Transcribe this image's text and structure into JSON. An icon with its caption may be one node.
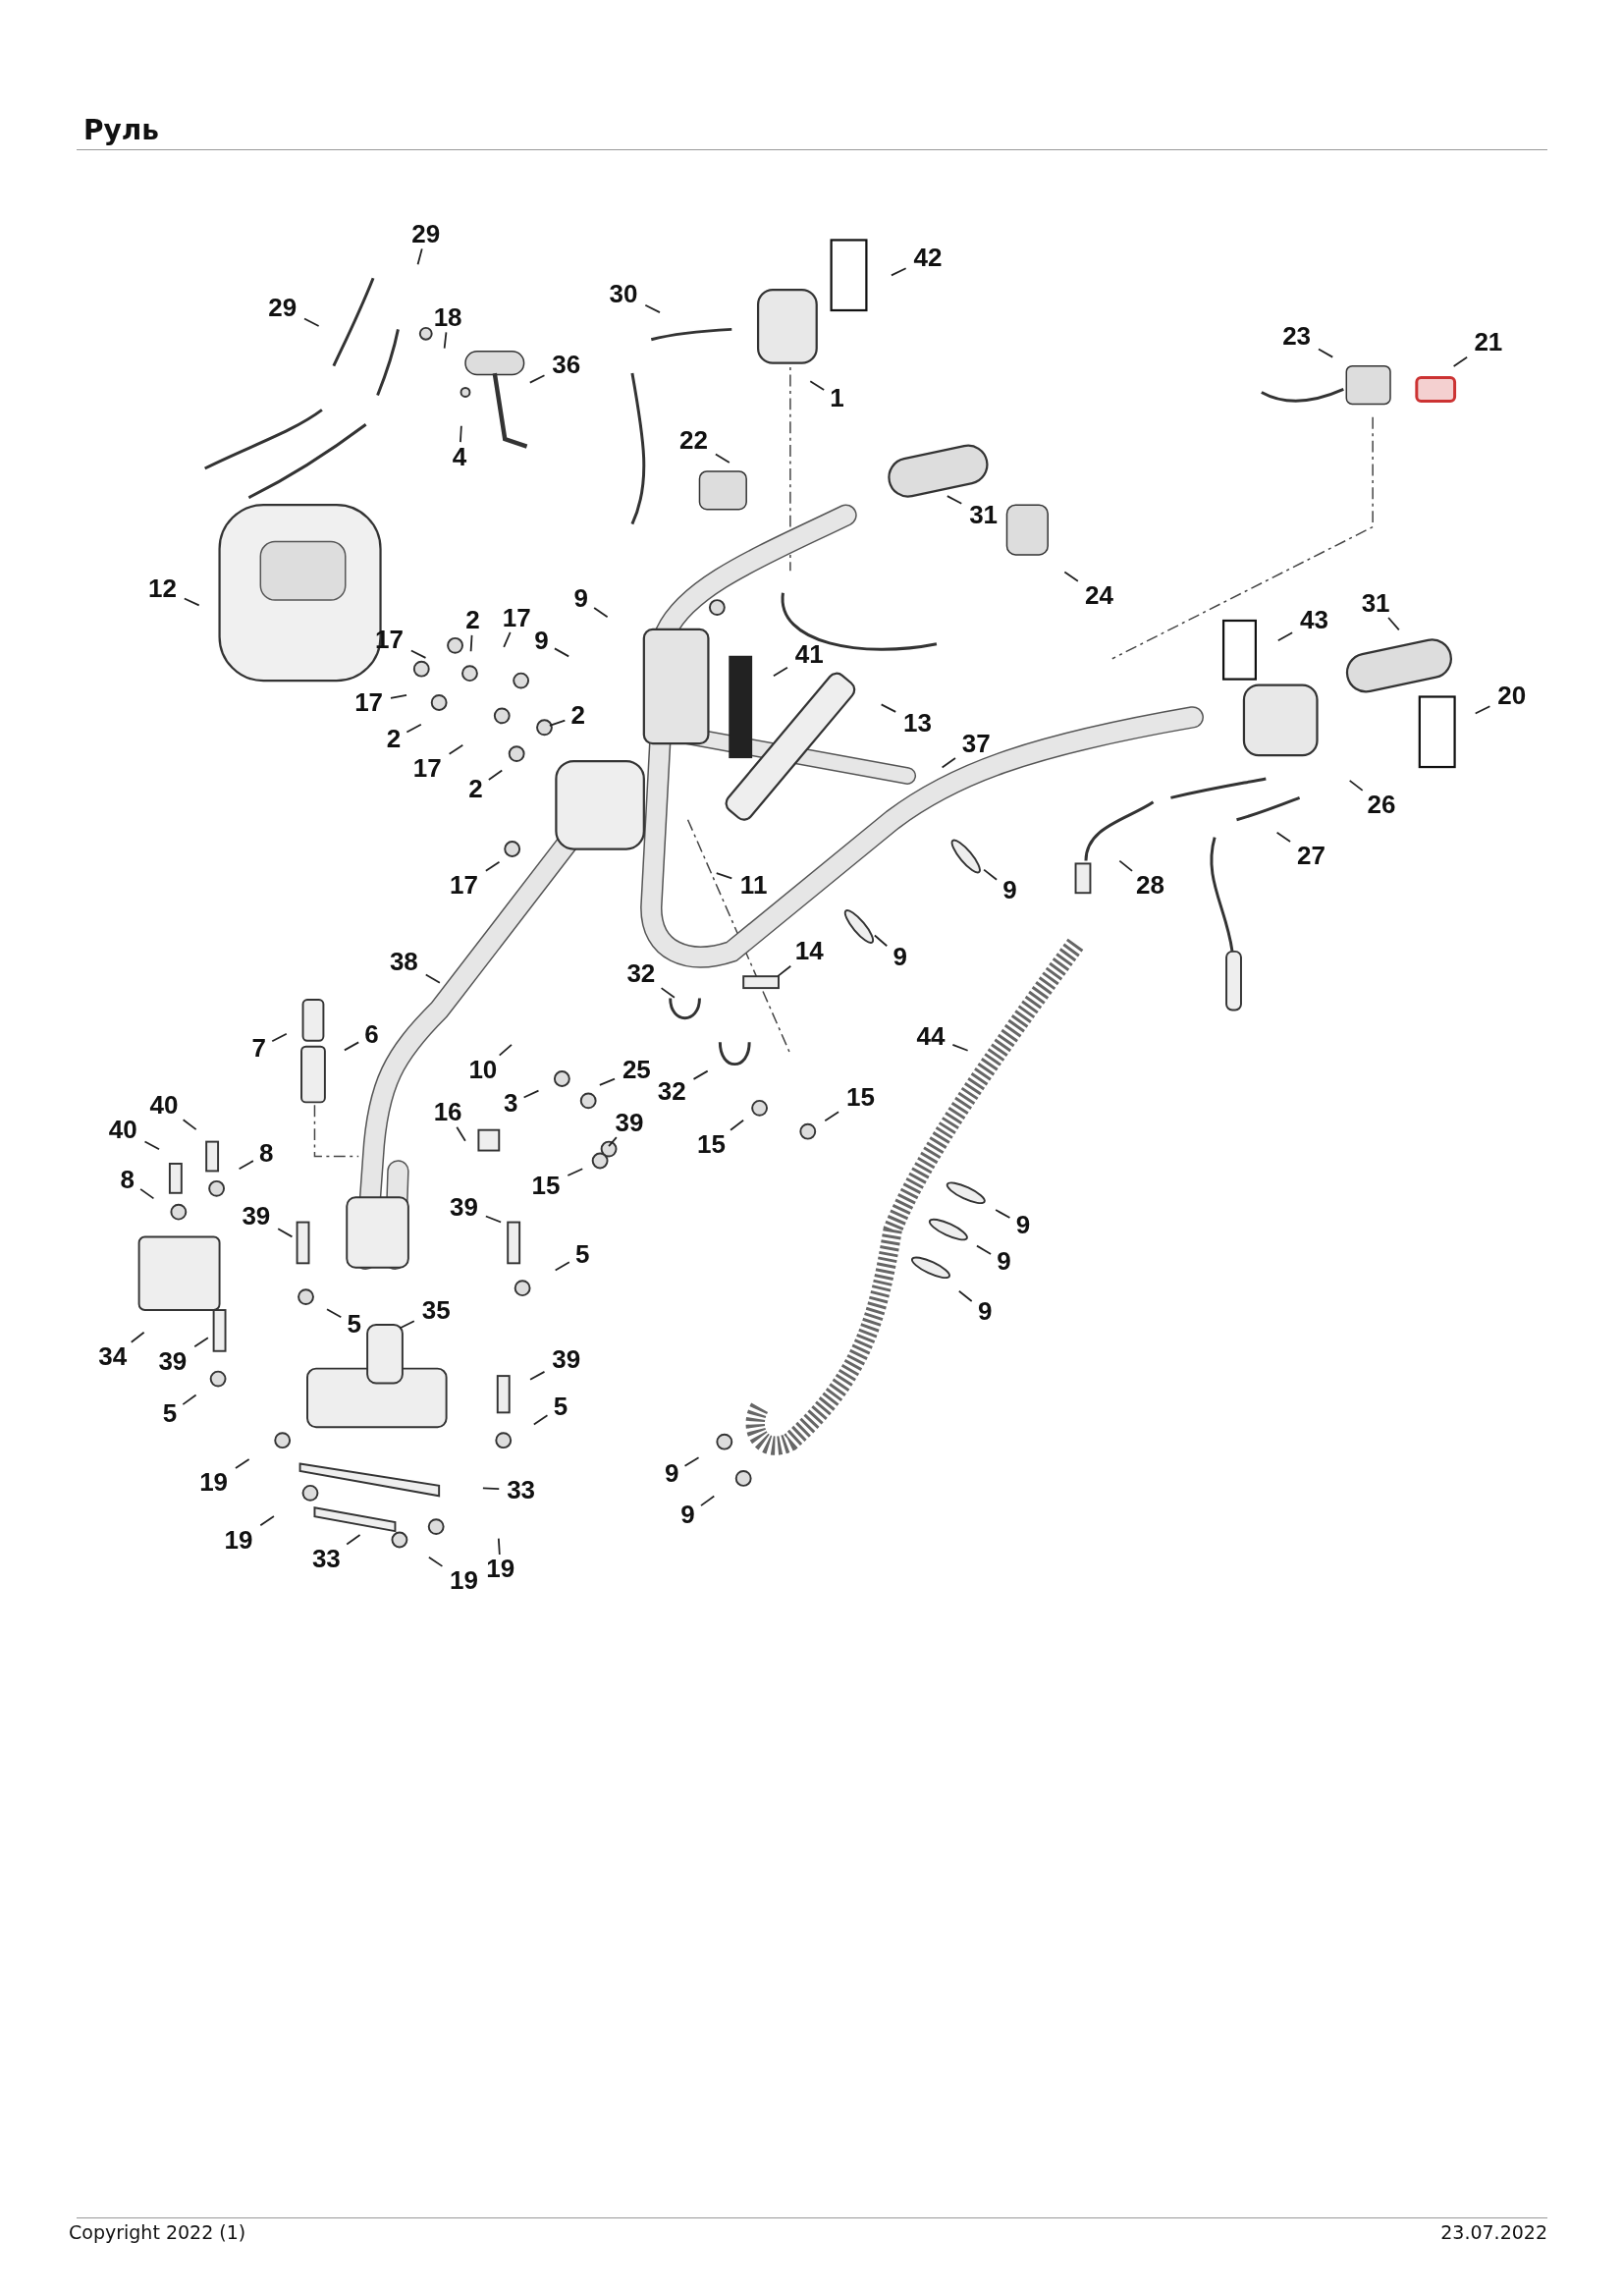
{
  "diagram": {
    "title": "Руль",
    "nodes": [
      {
        "text": [
          "29"
        ]
      },
      {
        "text": [
          "29"
        ]
      },
      {
        "text": [
          "18"
        ]
      },
      {
        "text": [
          "36"
        ]
      },
      {
        "text": [
          "4"
        ]
      },
      {
        "text": [
          "30"
        ]
      },
      {
        "text": [
          "42"
        ]
      },
      {
        "text": [
          "1"
        ]
      },
      {
        "text": [
          "23"
        ]
      },
      {
        "text": [
          "21"
        ]
      },
      {
        "text": [
          "22"
        ]
      },
      {
        "text": [
          "31"
        ]
      },
      {
        "text": [
          "24"
        ]
      },
      {
        "text": [
          "12"
        ]
      },
      {
        "text": [
          "2"
        ]
      },
      {
        "text": [
          "17"
        ]
      },
      {
        "text": [
          "17"
        ]
      },
      {
        "text": [
          "9"
        ]
      },
      {
        "text": [
          "9"
        ]
      },
      {
        "text": [
          "41"
        ]
      },
      {
        "text": [
          "43"
        ]
      },
      {
        "text": [
          "31"
        ]
      },
      {
        "text": [
          "17"
        ]
      },
      {
        "text": [
          "2"
        ]
      },
      {
        "text": [
          "2"
        ]
      },
      {
        "text": [
          "13"
        ]
      },
      {
        "text": [
          "20"
        ]
      },
      {
        "text": [
          "17"
        ]
      },
      {
        "text": [
          "2"
        ]
      },
      {
        "text": [
          "37"
        ]
      },
      {
        "text": [
          "26"
        ]
      },
      {
        "text": [
          "17"
        ]
      },
      {
        "text": [
          "11"
        ]
      },
      {
        "text": [
          "9"
        ]
      },
      {
        "text": [
          "28"
        ]
      },
      {
        "text": [
          "27"
        ]
      },
      {
        "text": [
          "9"
        ]
      },
      {
        "text": [
          "38"
        ]
      },
      {
        "text": [
          "32"
        ]
      },
      {
        "text": [
          "14"
        ]
      },
      {
        "text": [
          "44"
        ]
      },
      {
        "text": [
          "7"
        ]
      },
      {
        "text": [
          "6"
        ]
      },
      {
        "text": [
          "10"
        ]
      },
      {
        "text": [
          "3"
        ]
      },
      {
        "text": [
          "25"
        ]
      },
      {
        "text": [
          "32"
        ]
      },
      {
        "text": [
          "15"
        ]
      },
      {
        "text": [
          "16"
        ]
      },
      {
        "text": [
          "39"
        ]
      },
      {
        "text": [
          "40"
        ]
      },
      {
        "text": [
          "40"
        ]
      },
      {
        "text": [
          "8"
        ]
      },
      {
        "text": [
          "8"
        ]
      },
      {
        "text": [
          "15"
        ]
      },
      {
        "text": [
          "15"
        ]
      },
      {
        "text": [
          "39"
        ]
      },
      {
        "text": [
          "39"
        ]
      },
      {
        "text": [
          "5"
        ]
      },
      {
        "text": [
          "9"
        ]
      },
      {
        "text": [
          "9"
        ]
      },
      {
        "text": [
          "9"
        ]
      },
      {
        "text": [
          "34"
        ]
      },
      {
        "text": [
          "39"
        ]
      },
      {
        "text": [
          "5"
        ]
      },
      {
        "text": [
          "35"
        ]
      },
      {
        "text": [
          "39"
        ]
      },
      {
        "text": [
          "5"
        ]
      },
      {
        "text": [
          "5"
        ]
      },
      {
        "text": [
          "9"
        ]
      },
      {
        "text": [
          "19"
        ]
      },
      {
        "text": [
          "33"
        ]
      },
      {
        "text": [
          "9"
        ]
      },
      {
        "text": [
          "19"
        ]
      },
      {
        "text": [
          "33"
        ]
      },
      {
        "text": [
          "19"
        ]
      },
      {
        "text": [
          "19"
        ]
      }
    ],
    "edges": [
      {
        "from": 0,
        "to": null,
        "arrow": "none"
      },
      {
        "from": 1,
        "to": null,
        "arrow": "none"
      },
      {
        "from": 2,
        "to": null,
        "arrow": "none"
      },
      {
        "from": 3,
        "to": null,
        "arrow": "none"
      },
      {
        "from": 4,
        "to": null,
        "arrow": "none"
      },
      {
        "from": 5,
        "to": null,
        "arrow": "none"
      },
      {
        "from": 6,
        "to": null,
        "arrow": "none"
      },
      {
        "from": 7,
        "to": null,
        "arrow": "none"
      },
      {
        "from": 8,
        "to": null,
        "arrow": "none"
      },
      {
        "from": 9,
        "to": null,
        "arrow": "none"
      },
      {
        "from": 10,
        "to": null,
        "arrow": "none"
      },
      {
        "from": 11,
        "to": null,
        "arrow": "none"
      },
      {
        "from": 12,
        "to": null,
        "arrow": "none"
      },
      {
        "from": 13,
        "to": null,
        "arrow": "none"
      },
      {
        "from": 14,
        "to": null,
        "arrow": "none"
      },
      {
        "from": 15,
        "to": null,
        "arrow": "none"
      },
      {
        "from": 16,
        "to": null,
        "arrow": "none"
      },
      {
        "from": 17,
        "to": null,
        "arrow": "none"
      },
      {
        "from": 18,
        "to": null,
        "arrow": "none"
      },
      {
        "from": 19,
        "to": null,
        "arrow": "none"
      },
      {
        "from": 20,
        "to": null,
        "arrow": "none"
      },
      {
        "from": 21,
        "to": null,
        "arrow": "none"
      },
      {
        "from": 22,
        "to": null,
        "arrow": "none"
      },
      {
        "from": 23,
        "to": null,
        "arrow": "none"
      },
      {
        "from": 24,
        "to": null,
        "arrow": "none"
      },
      {
        "from": 25,
        "to": null,
        "arrow": "none"
      },
      {
        "from": 26,
        "to": null,
        "arrow": "none"
      },
      {
        "from": 27,
        "to": null,
        "arrow": "none"
      },
      {
        "from": 28,
        "to": null,
        "arrow": "none"
      },
      {
        "from": 29,
        "to": null,
        "arrow": "none"
      },
      {
        "from": 30,
        "to": null,
        "arrow": "none"
      },
      {
        "from": 31,
        "to": null,
        "arrow": "none"
      },
      {
        "from": 32,
        "to": null,
        "arrow": "none"
      },
      {
        "from": 33,
        "to": null,
        "arrow": "none"
      },
      {
        "from": 34,
        "to": null,
        "arrow": "none"
      },
      {
        "from": 35,
        "to": null,
        "arrow": "none"
      },
      {
        "from": 36,
        "to": null,
        "arrow": "none"
      },
      {
        "from": 37,
        "to": null,
        "arrow": "none"
      },
      {
        "from": 38,
        "to": null,
        "arrow": "none"
      },
      {
        "from": 39,
        "to": null,
        "arrow": "none"
      },
      {
        "from": 40,
        "to": null,
        "arrow": "none"
      },
      {
        "from": 41,
        "to": null,
        "arrow": "none"
      },
      {
        "from": 42,
        "to": null,
        "arrow": "none"
      },
      {
        "from": 43,
        "to": null,
        "arrow": "none"
      },
      {
        "from": 44,
        "to": null,
        "arrow": "none"
      },
      {
        "from": 45,
        "to": null,
        "arrow": "none"
      },
      {
        "from": 46,
        "to": null,
        "arrow": "none"
      },
      {
        "from": 47,
        "to": null,
        "arrow": "none"
      },
      {
        "from": 48,
        "to": null,
        "arrow": "none"
      },
      {
        "from": 49,
        "to": null,
        "arrow": "none"
      },
      {
        "from": 50,
        "to": null,
        "arrow": "none"
      },
      {
        "from": 51,
        "to": null,
        "arrow": "none"
      },
      {
        "from": 52,
        "to": null,
        "arrow": "none"
      },
      {
        "from": 53,
        "to": null,
        "arrow": "none"
      },
      {
        "from": 54,
        "to": null,
        "arrow": "none"
      },
      {
        "from": 55,
        "to": null,
        "arrow": "none"
      },
      {
        "from": 56,
        "to": null,
        "arrow": "none"
      },
      {
        "from": 57,
        "to": null,
        "arrow": "none"
      },
      {
        "from": 58,
        "to": null,
        "arrow": "none"
      },
      {
        "from": 59,
        "to": null,
        "arrow": "none"
      },
      {
        "from": 60,
        "to": null,
        "arrow": "none"
      },
      {
        "from": 61,
        "to": null,
        "arrow": "none"
      },
      {
        "from": 62,
        "to": null,
        "arrow": "none"
      },
      {
        "from": 63,
        "to": null,
        "arrow": "none"
      },
      {
        "from": 64,
        "to": null,
        "arrow": "none"
      },
      {
        "from": 65,
        "to": null,
        "arrow": "none"
      },
      {
        "from": 66,
        "to": null,
        "arrow": "none"
      },
      {
        "from": 67,
        "to": null,
        "arrow": "none"
      },
      {
        "from": 68,
        "to": null,
        "arrow": "none"
      },
      {
        "from": 69,
        "to": null,
        "arrow": "none"
      },
      {
        "from": 70,
        "to": null,
        "arrow": "none"
      },
      {
        "from": 71,
        "to": null,
        "arrow": "none"
      },
      {
        "from": 72,
        "to": null,
        "arrow": "none"
      },
      {
        "from": 73,
        "to": null,
        "arrow": "none"
      },
      {
        "from": 74,
        "to": null,
        "arrow": "none"
      },
      {
        "from": 75,
        "to": null,
        "arrow": "none"
      },
      {
        "from": 76,
        "to": null,
        "arrow": "none"
      }
    ],
    "labels": [
      "Copyright 2022 (1)",
      "23.07.2022"
    ]
  }
}
